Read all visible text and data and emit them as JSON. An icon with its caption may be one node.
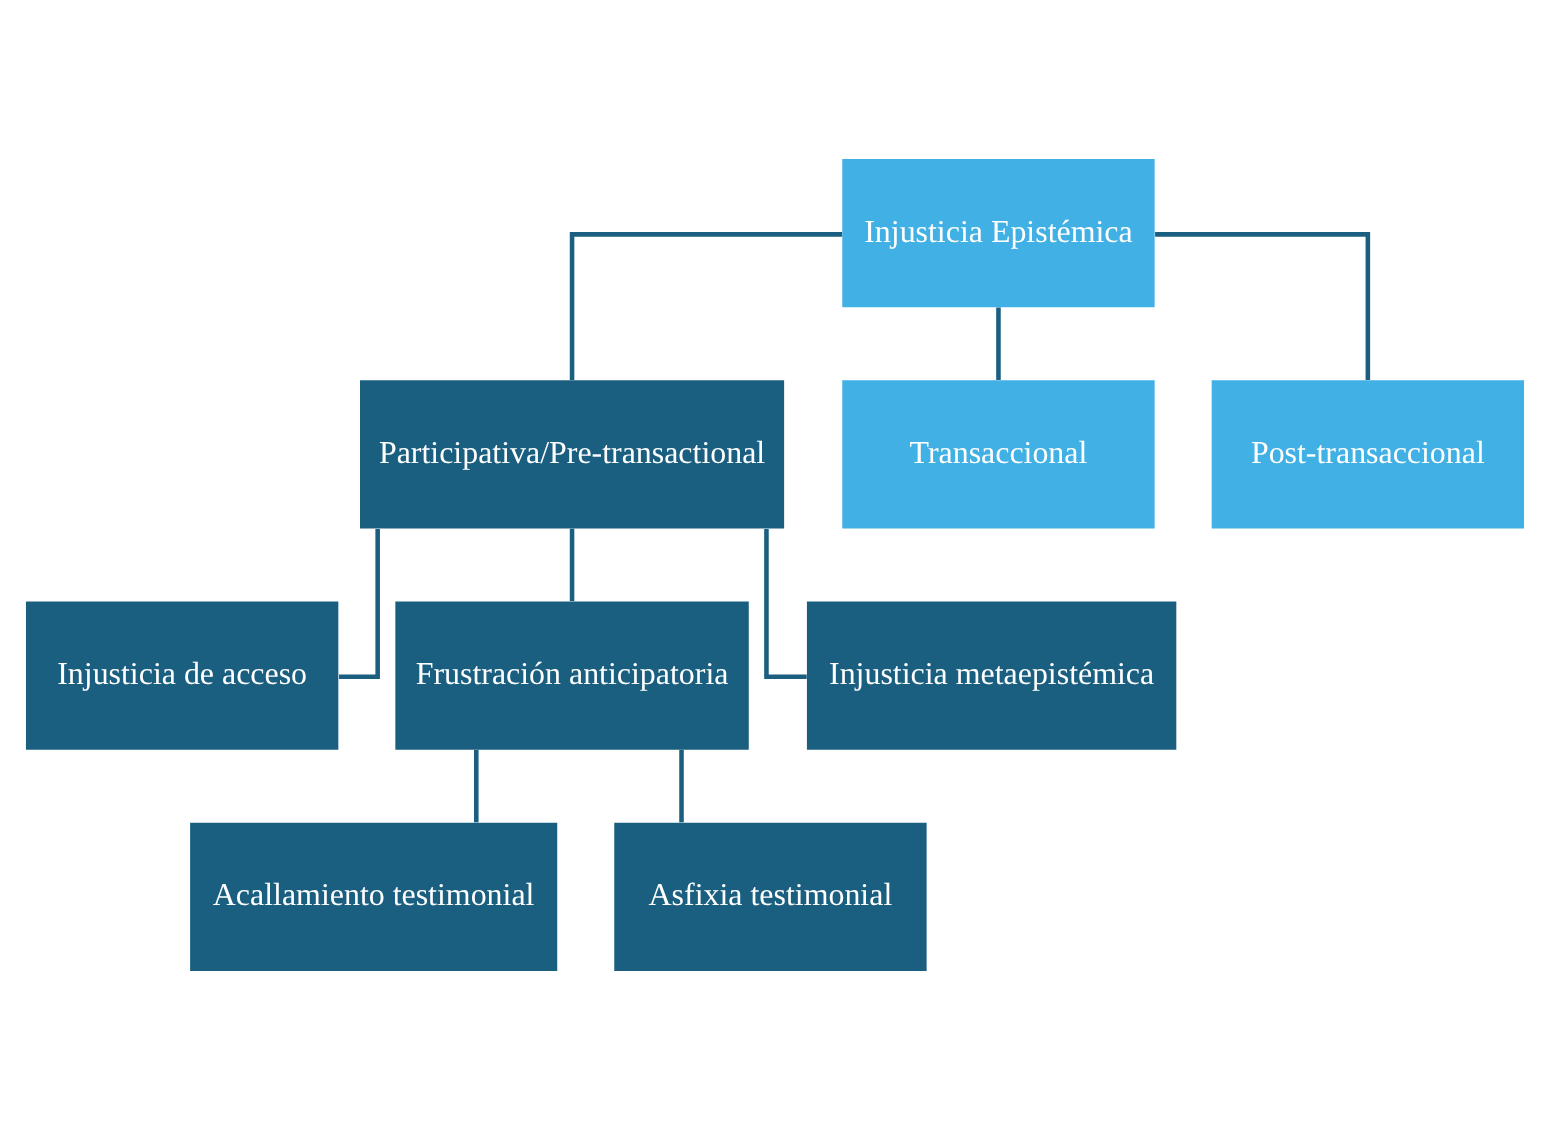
{
  "diagram": {
    "nodes": [
      {
        "text": [
          "Injusticia Epistémica"
        ]
      },
      {
        "text": [
          "Participativa/Pre-transactional"
        ]
      },
      {
        "text": [
          "Transaccional"
        ]
      },
      {
        "text": [
          "Post-transaccional"
        ]
      },
      {
        "text": [
          "Injusticia de acceso"
        ]
      },
      {
        "text": [
          "Frustración anticipatoria"
        ]
      },
      {
        "text": [
          "Injusticia metaepistémica"
        ]
      },
      {
        "text": [
          "Acallamiento testimonial"
        ]
      },
      {
        "text": [
          "Asfixia testimonial"
        ]
      }
    ],
    "edges": [
      {
        "from": 0,
        "to": 1,
        "arrow": "none"
      },
      {
        "from": 0,
        "to": 2,
        "arrow": "none"
      },
      {
        "from": 0,
        "to": 3,
        "arrow": "none"
      },
      {
        "from": 1,
        "to": 4,
        "arrow": "none"
      },
      {
        "from": 1,
        "to": 5,
        "arrow": "none"
      },
      {
        "from": 1,
        "to": 6,
        "arrow": "none"
      },
      {
        "from": 5,
        "to": 7,
        "arrow": "none"
      },
      {
        "from": 5,
        "to": 8,
        "arrow": "none"
      }
    ]
  }
}
